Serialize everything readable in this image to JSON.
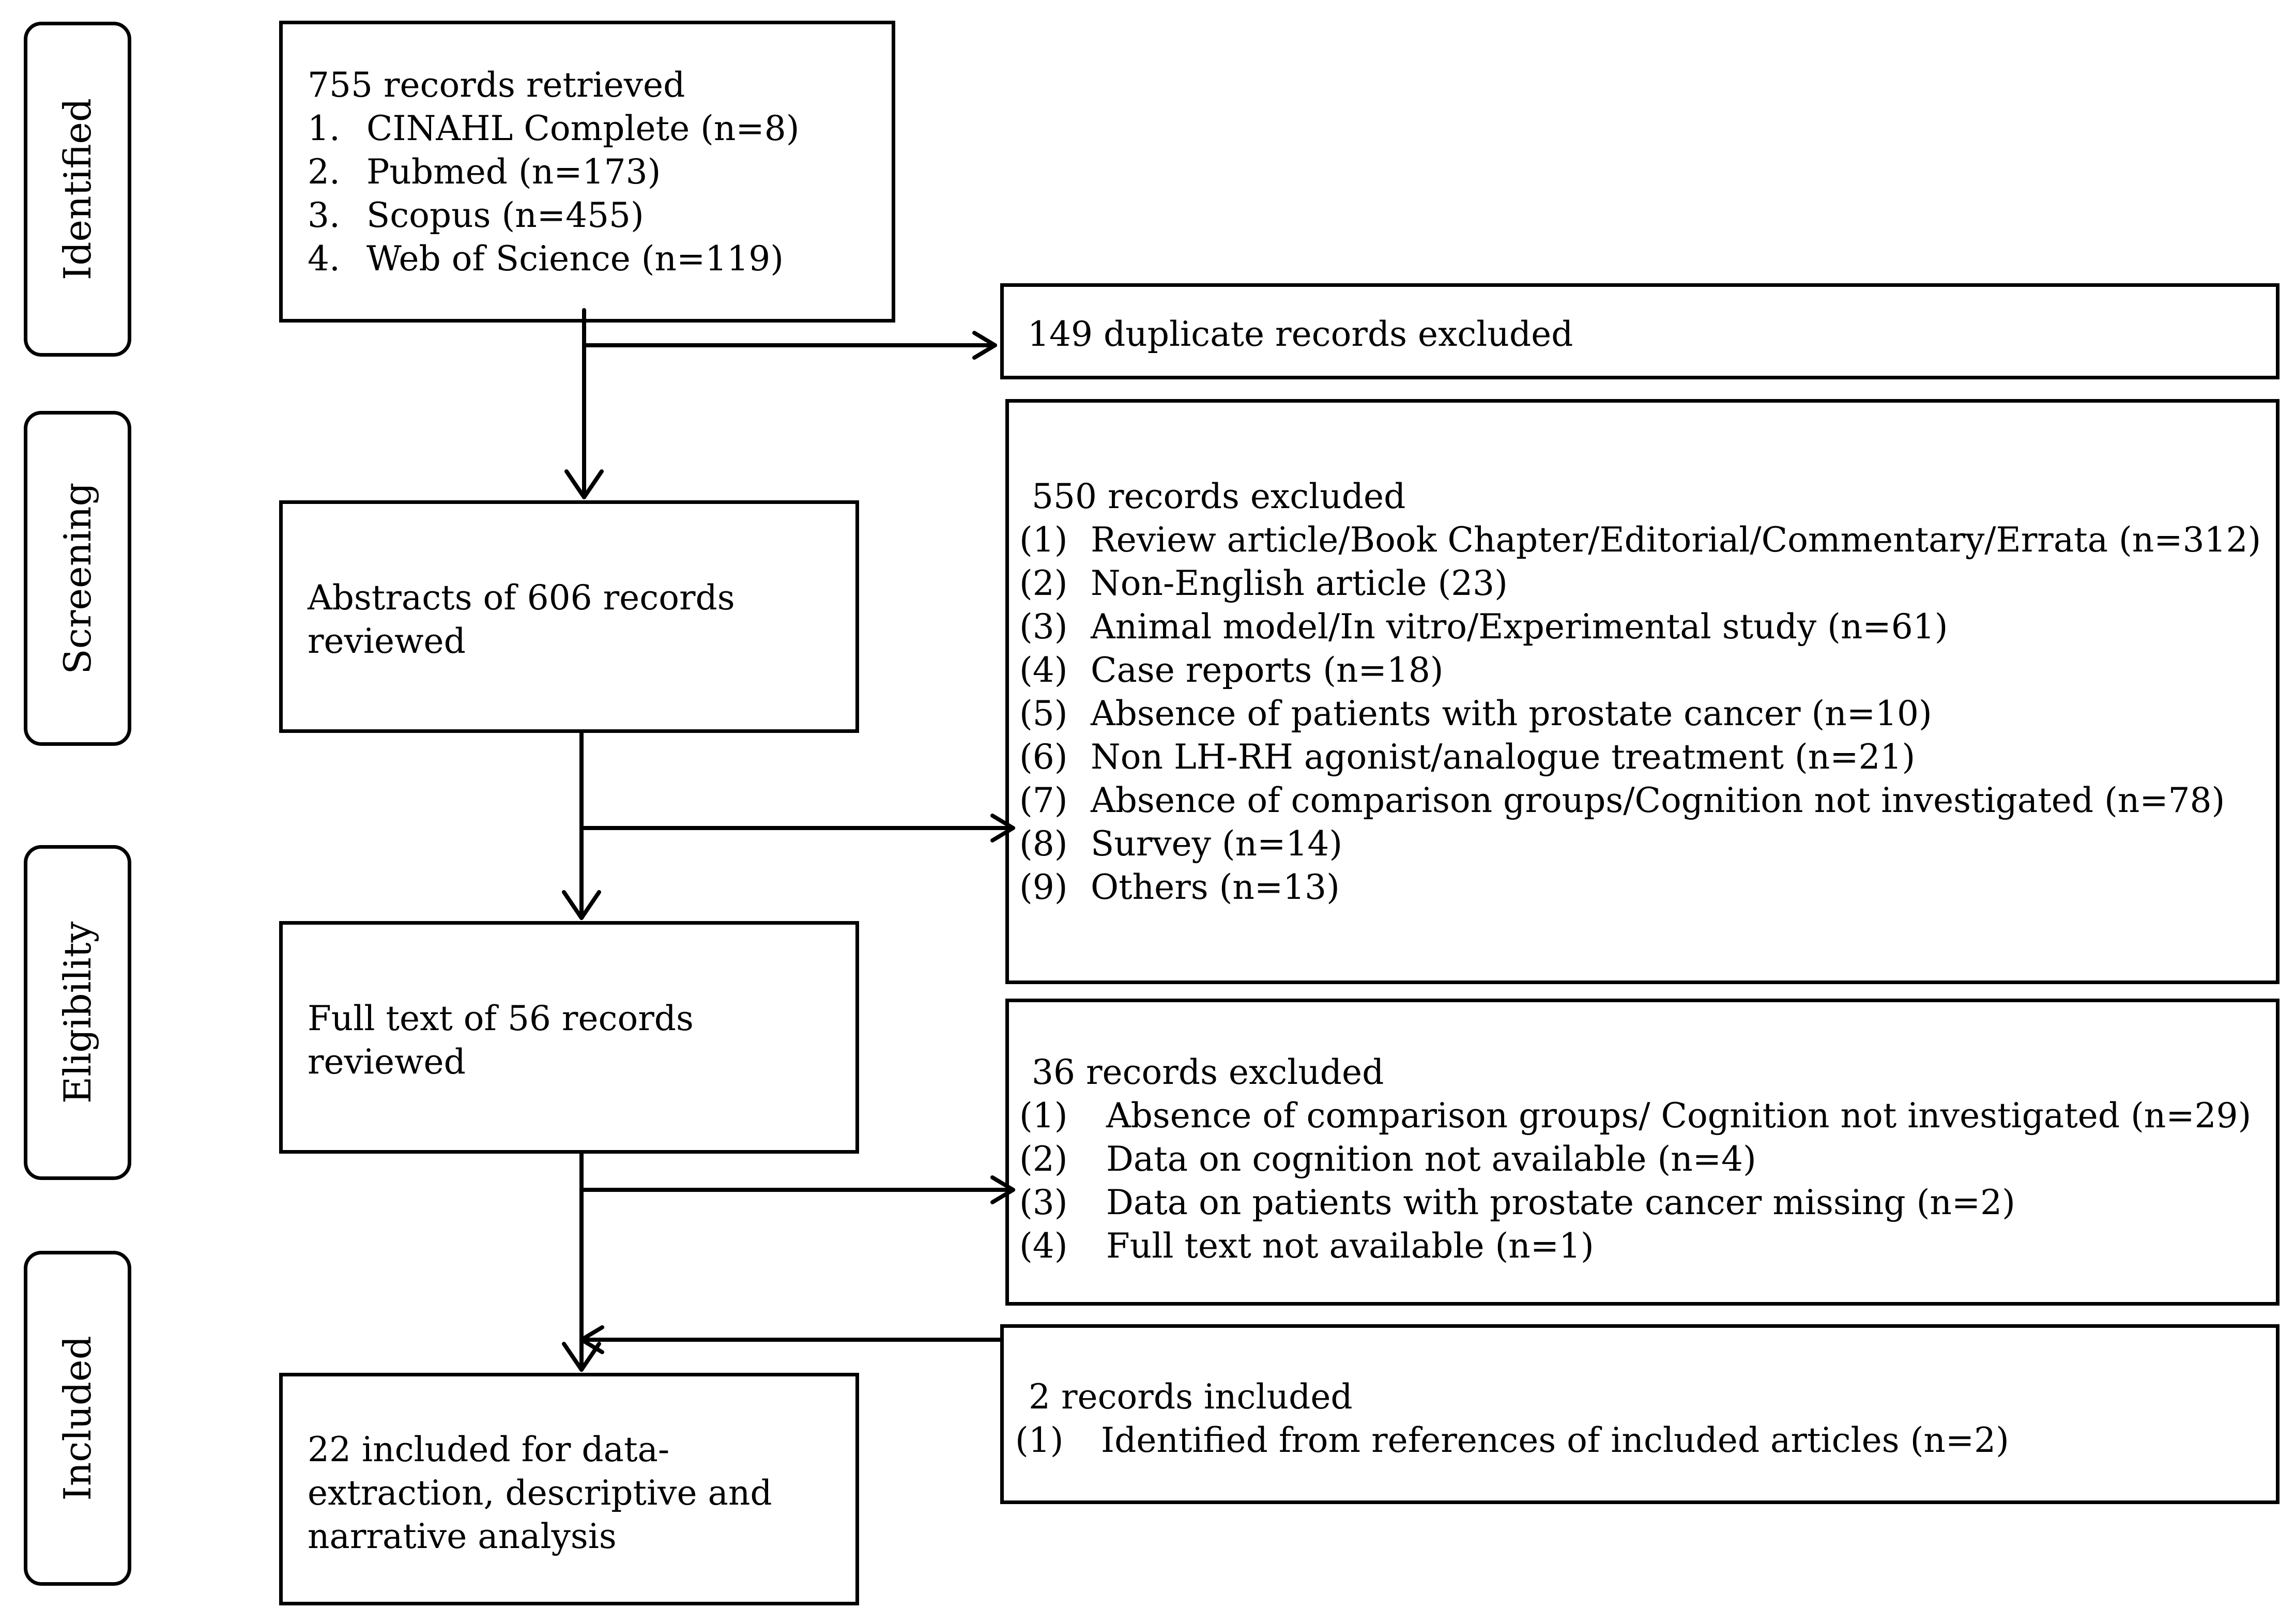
{
  "phases": {
    "identified": "Identified",
    "screening": "Screening",
    "eligibility": "Eligibility",
    "included": "Included"
  },
  "retrieved": {
    "title": "755 records retrieved",
    "items": [
      {
        "num": "1.",
        "text": "CINAHL Complete (n=8)"
      },
      {
        "num": "2.",
        "text": "Pubmed (n=173)"
      },
      {
        "num": "3.",
        "text": "Scopus (n=455)"
      },
      {
        "num": "4.",
        "text": "Web of Science (n=119)"
      }
    ]
  },
  "duplicates": {
    "title": "149 duplicate records excluded"
  },
  "abstracts": {
    "line1": "Abstracts of  606 records",
    "line2": "reviewed"
  },
  "screen_excluded": {
    "title": "550 records excluded",
    "items": [
      {
        "num": "(1)",
        "text": "Review article/Book Chapter/Editorial/Commentary/Errata (n=312)"
      },
      {
        "num": "(2)",
        "text": "Non-English article (23)"
      },
      {
        "num": "(3)",
        "text": "Animal model/In vitro/Experimental study (n=61)"
      },
      {
        "num": "(4)",
        "text": "Case reports (n=18)"
      },
      {
        "num": "(5)",
        "text": "Absence of patients with prostate cancer (n=10)"
      },
      {
        "num": "(6)",
        "text": "Non LH-RH agonist/analogue treatment (n=21)"
      },
      {
        "num": "(7)",
        "text": "Absence of comparison groups/Cognition not investigated (n=78)"
      },
      {
        "num": "(8)",
        "text": "Survey (n=14)"
      },
      {
        "num": "(9)",
        "text": "Others (n=13)"
      }
    ]
  },
  "fulltext": {
    "line1": "Full text of  56 records",
    "line2": "reviewed"
  },
  "full_excluded": {
    "title": "36 records excluded",
    "items": [
      {
        "num": "(1)",
        "text": "Absence of comparison groups/ Cognition not investigated (n=29)"
      },
      {
        "num": "(2)",
        "text": "Data on cognition not available (n=4)"
      },
      {
        "num": "(3)",
        "text": "Data on patients with prostate cancer missing (n=2)"
      },
      {
        "num": "(4)",
        "text": "Full text not available (n=1)"
      }
    ]
  },
  "added": {
    "title": "2 records included",
    "items": [
      {
        "num": "(1)",
        "text": "Identified from references of  included articles (n=2)"
      }
    ]
  },
  "final": {
    "line1": "22  included for data-",
    "line2": "extraction, descriptive and",
    "line3": "narrative analysis"
  }
}
